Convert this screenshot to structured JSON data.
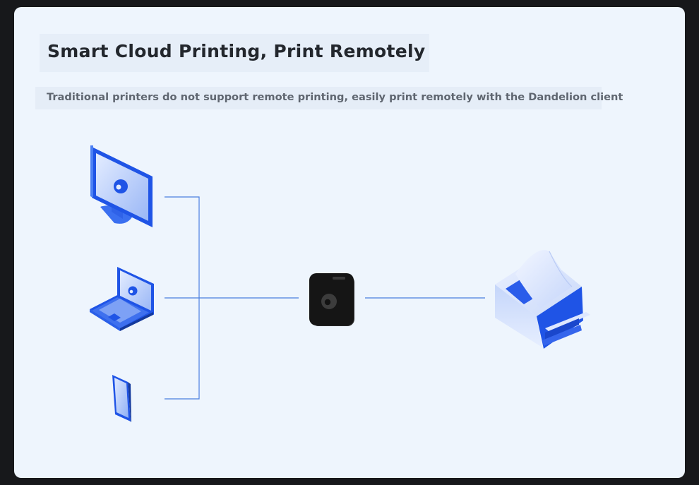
{
  "header": {
    "title": "Smart Cloud Printing, Print Remotely",
    "subtitle": "Traditional printers do not support remote printing, easily print remotely with the Dandelion client"
  },
  "diagram": {
    "sources": [
      {
        "name": "desktop-monitor",
        "icon": "monitor-icon"
      },
      {
        "name": "laptop",
        "icon": "laptop-icon"
      },
      {
        "name": "smartphone",
        "icon": "phone-icon"
      }
    ],
    "hub": {
      "name": "dandelion-print-box",
      "icon": "print-box-icon"
    },
    "target": {
      "name": "printer",
      "icon": "printer-icon"
    }
  },
  "colors": {
    "background": "#eef5fd",
    "frame": "#17181b",
    "accent_blue": "#1f54e6",
    "light_blue": "#c7d9fb",
    "connector_line": "#4a7fe0",
    "box_black": "#151515",
    "title_text": "#23272d",
    "subtitle_text": "#5f6670"
  }
}
